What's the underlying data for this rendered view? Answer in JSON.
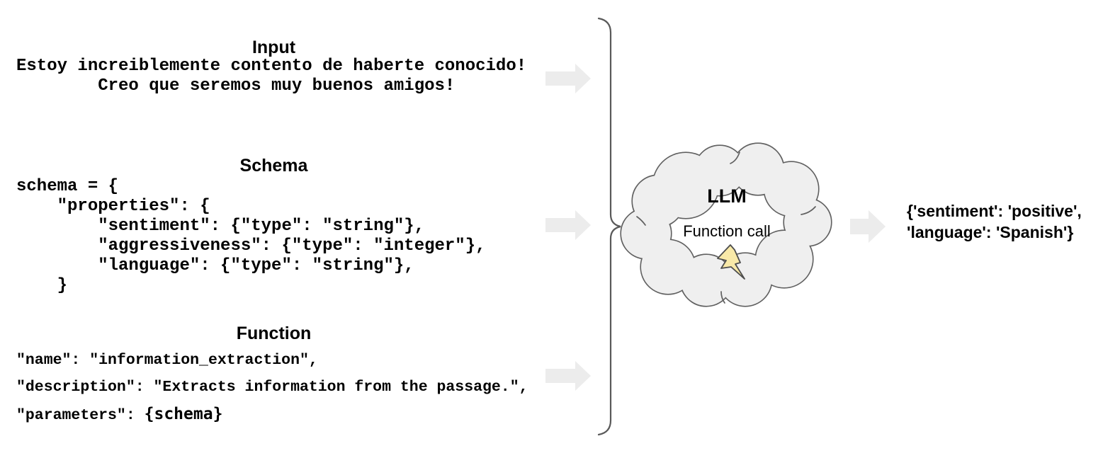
{
  "colors": {
    "arrow": "#ececec",
    "brace_stroke": "#595959",
    "cloud_fill": "#efefef",
    "cloud_stroke": "#606060",
    "bolt_fill": "#f8e9a8",
    "bolt_stroke": "#4d4d4d",
    "text": "#000000"
  },
  "input": {
    "title": "Input",
    "code": "Estoy increiblemente contento de haberte conocido!\n        Creo que seremos muy buenos amigos!"
  },
  "schema": {
    "title": "Schema",
    "code": "schema = {\n    \"properties\": {\n        \"sentiment\": {\"type\": \"string\"},\n        \"aggressiveness\": {\"type\": \"integer\"},\n        \"language\": {\"type\": \"string\"},\n    }"
  },
  "function": {
    "title": "Function",
    "line1": "\"name\": \"information_extraction\",",
    "line2": "\"description\": \"Extracts information from the passage.\",",
    "line3_prefix": "\"parameters\": ",
    "line3_token": "{schema}"
  },
  "llm": {
    "title": "LLM",
    "subtitle": "Function call",
    "icon": "lightning-bolt-icon"
  },
  "output": {
    "line1": "{'sentiment': 'positive',",
    "line2": "'language': 'Spanish'}"
  },
  "icons": {
    "flow_arrows": [
      "input-arrow",
      "schema-arrow",
      "function-arrow",
      "output-arrow"
    ]
  }
}
